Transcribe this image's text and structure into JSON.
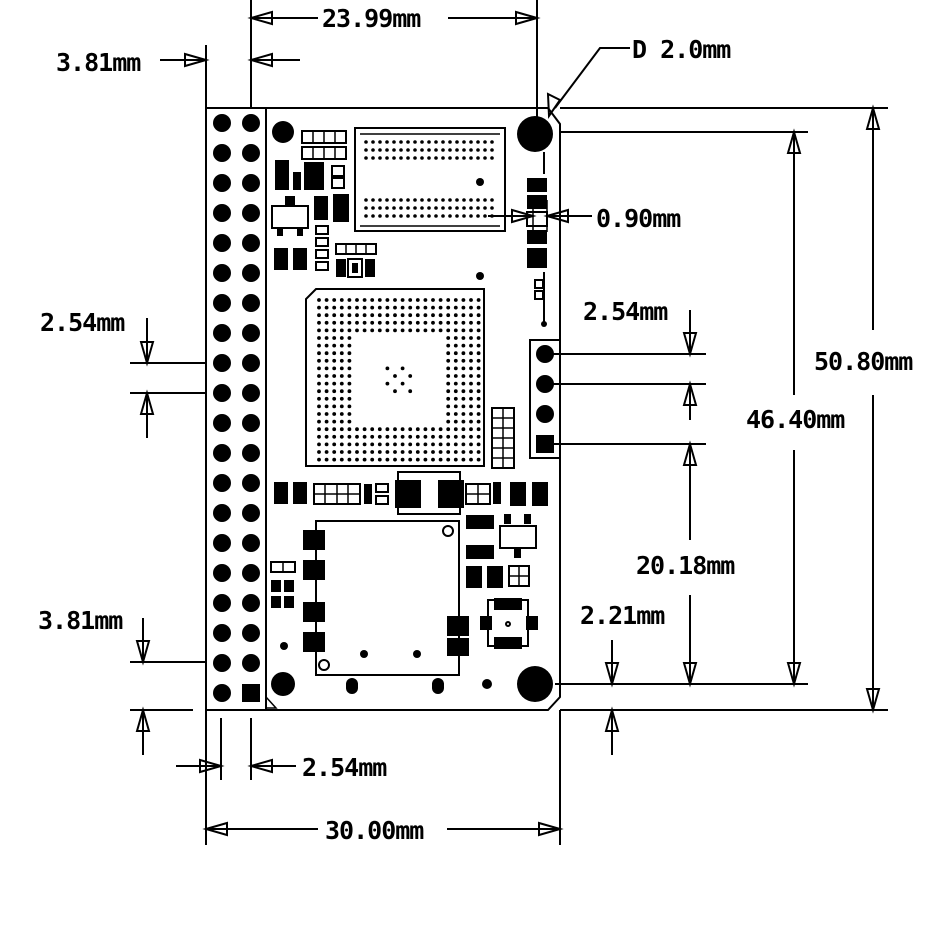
{
  "diagram": {
    "dimensions": {
      "top_width": "23.99mm",
      "left_offset": "3.81mm",
      "hole_diameter": "D  2.0mm",
      "trace_width": "0.90mm",
      "right_pitch": "2.54mm",
      "total_height": "50.80mm",
      "hole_spacing": "46.40mm",
      "left_pitch": "2.54mm",
      "connector_offset": "20.18mm",
      "right_bottom_offset": "2.21mm",
      "left_bottom_offset": "3.81mm",
      "bottom_pitch": "2.54mm",
      "total_width": "30.00mm"
    }
  }
}
